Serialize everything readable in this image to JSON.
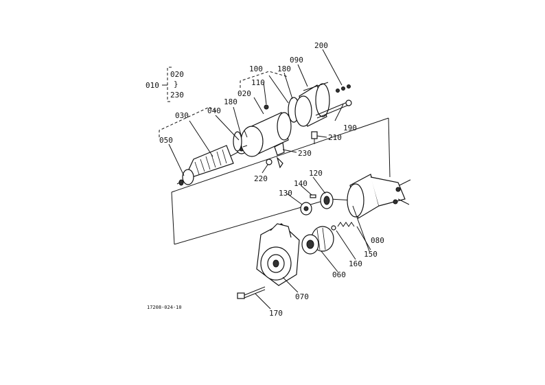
{
  "labels": {
    "p010": "010",
    "p020a": "020",
    "p020b": "020",
    "p030": "030",
    "p040": "040",
    "p050": "050",
    "p060": "060",
    "p070": "070",
    "p080": "080",
    "p090": "090",
    "p100": "100",
    "p110": "110",
    "p120": "120",
    "p130": "130",
    "p140": "140",
    "p150": "150",
    "p160": "160",
    "p170": "170",
    "p180a": "180",
    "p180b": "180",
    "p190": "190",
    "p200": "200",
    "p210": "210",
    "p220": "220",
    "p230a": "230",
    "p230b": "230",
    "tilde": "}"
  },
  "doc_number": "17208-024-10"
}
